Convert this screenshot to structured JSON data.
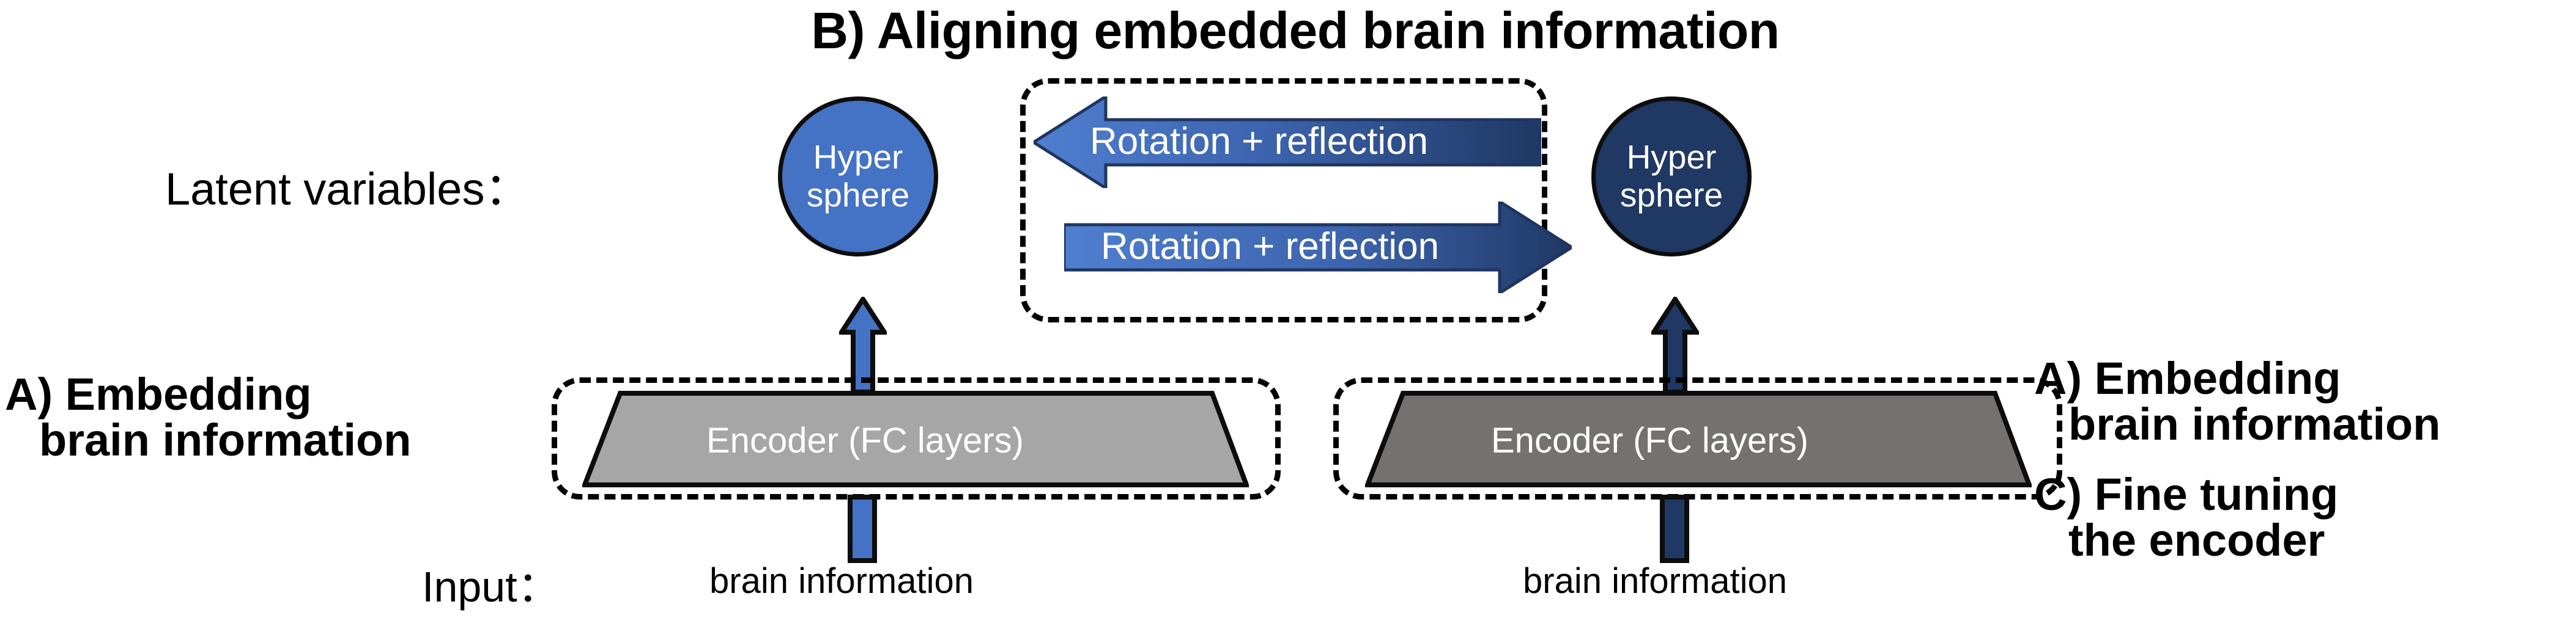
{
  "figure": {
    "title_b": "B) Aligning embedded brain information",
    "row_labels": {
      "latent_variables": "Latent variables：",
      "input": "Input："
    },
    "captions": {
      "left_a_line1": "A) Embedding",
      "left_a_line2": "brain information",
      "right_a_line1": "A) Embedding",
      "right_a_line2": "brain information",
      "right_c_line1": "C) Fine tuning",
      "right_c_line2": "the encoder"
    },
    "spheres": {
      "left": {
        "line1": "Hyper",
        "line2": "sphere",
        "color": "#4472C4"
      },
      "right": {
        "line1": "Hyper",
        "line2": "sphere",
        "color": "#1F3864"
      }
    },
    "arrows": {
      "top_left_pointing": {
        "label": "Rotation + reflection",
        "direction": "left"
      },
      "bottom_right_pointing": {
        "label": "Rotation + reflection",
        "direction": "right"
      },
      "up_left": {
        "direction": "up",
        "color": "#4472C4"
      },
      "up_right": {
        "direction": "up",
        "color": "#1F3864"
      }
    },
    "encoders": {
      "left": {
        "label": "Encoder (FC layers)",
        "fill": "#A6A6A6"
      },
      "right": {
        "label": "Encoder (FC layers)",
        "fill": "#767171"
      }
    },
    "inputs": {
      "left_label": "brain information",
      "right_label": "brain information"
    },
    "colors": {
      "accent_blue": "#4472C4",
      "dark_navy": "#1F3864",
      "outline": "#0D0D0D",
      "light_gray": "#A6A6A6",
      "dark_gray": "#767171",
      "background": "#FFFFFF"
    }
  }
}
